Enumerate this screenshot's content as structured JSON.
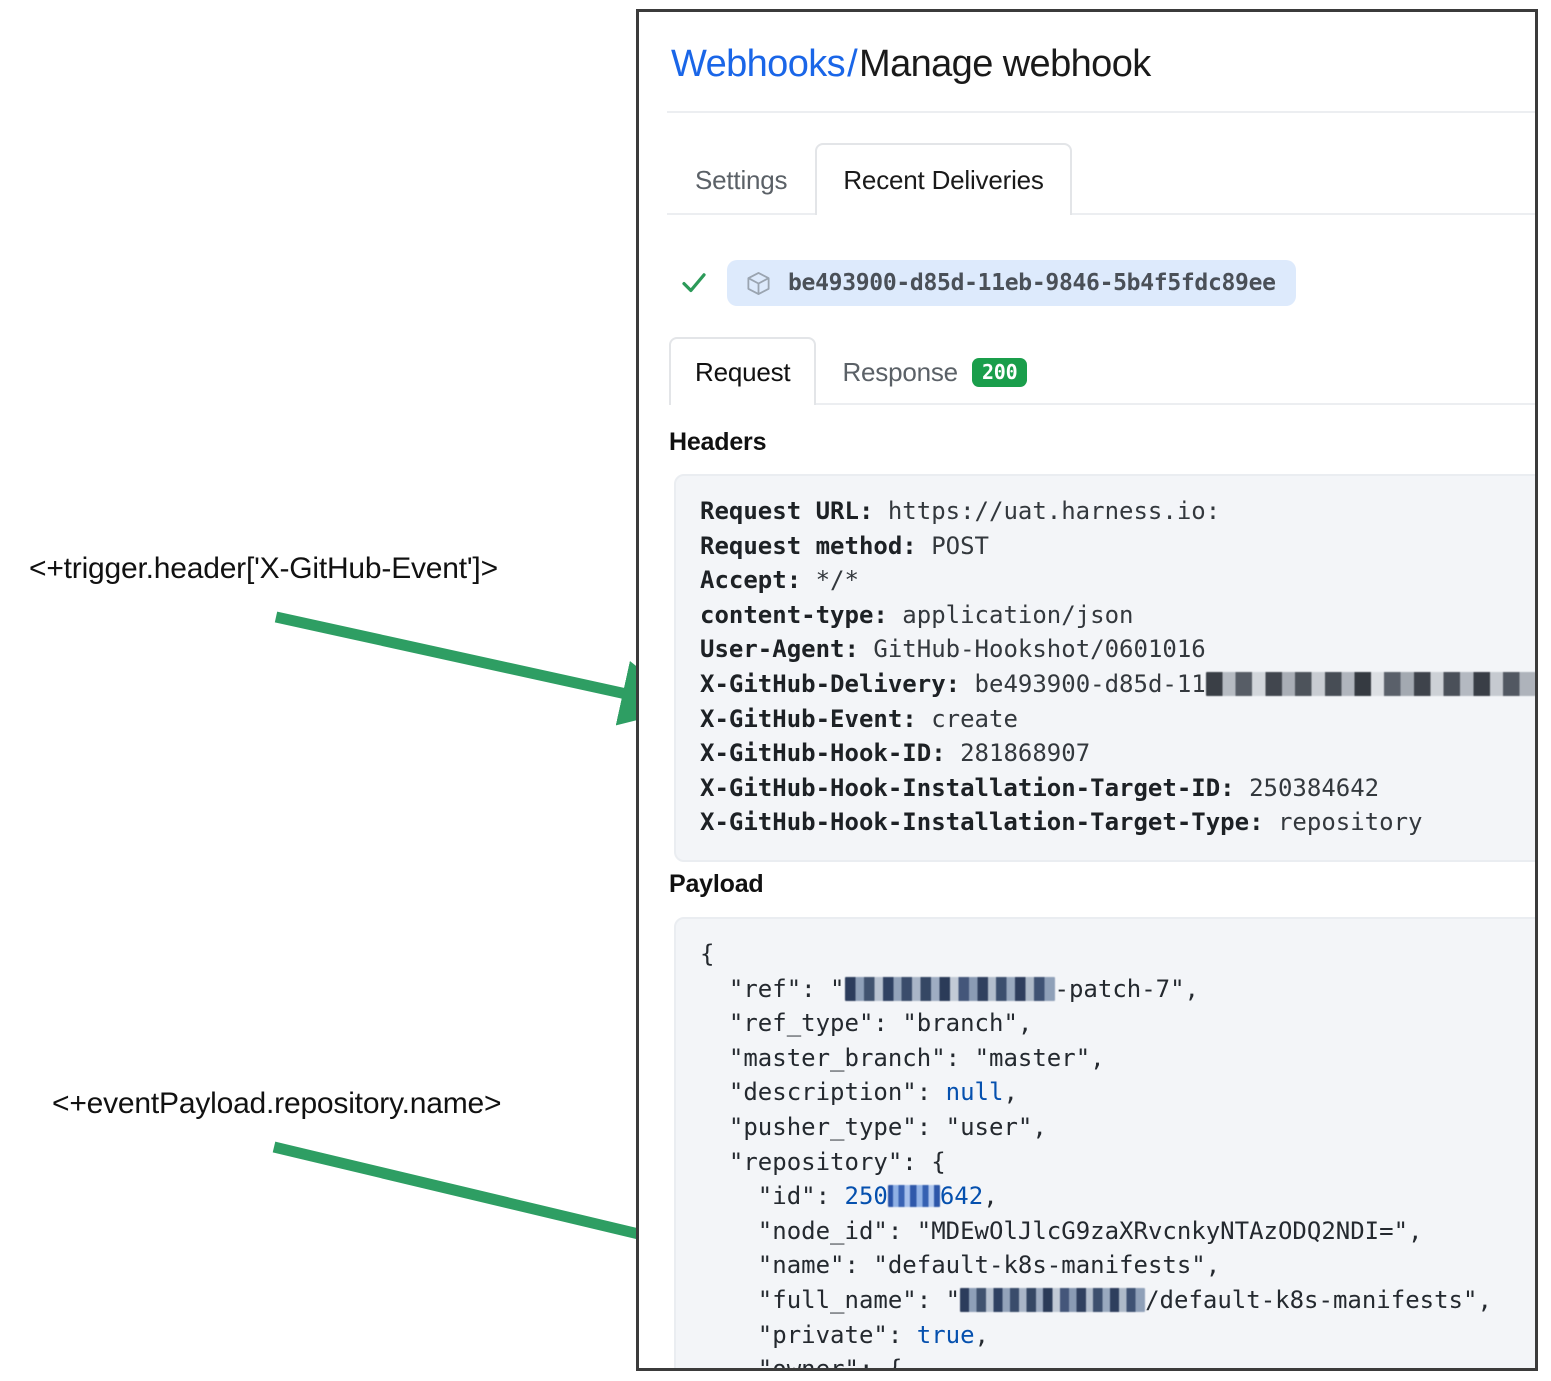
{
  "annotations": [
    {
      "id": "trigger-header",
      "text": "<+trigger.header['X-GitHub-Event']>"
    },
    {
      "id": "event-payload",
      "text": "<+eventPayload.repository.name>"
    }
  ],
  "arrow_color": "#2e9e63",
  "panel": {
    "breadcrumb": {
      "link": "Webhooks",
      "separator": "/",
      "current": "Manage webhook"
    },
    "outer_tabs": [
      {
        "label": "Settings",
        "active": false
      },
      {
        "label": "Recent Deliveries",
        "active": true
      }
    ],
    "delivery": {
      "status_icon": "check-icon",
      "package_icon": "package-cube-icon",
      "guid": "be493900-d85d-11eb-9846-5b4f5fdc89ee"
    },
    "inner_tabs": [
      {
        "label": "Request",
        "active": true,
        "badge": null
      },
      {
        "label": "Response",
        "active": false,
        "badge": "200"
      }
    ],
    "status_badge_color": "#1a9e4b",
    "headers": {
      "heading": "Headers",
      "rows": [
        {
          "key": "Request URL:",
          "value": "https://uat.harness.io:"
        },
        {
          "key": "Request method:",
          "value": "POST"
        },
        {
          "key": "Accept:",
          "value": "*/*"
        },
        {
          "key": "content-type:",
          "value": "application/json"
        },
        {
          "key": "User-Agent:",
          "value": "GitHub-Hookshot/0601016"
        },
        {
          "key": "X-GitHub-Delivery:",
          "value": "be493900-d85d-11",
          "redacted": true
        },
        {
          "key": "X-GitHub-Event:",
          "value": "create"
        },
        {
          "key": "X-GitHub-Hook-ID:",
          "value": "281868907"
        },
        {
          "key": "X-GitHub-Hook-Installation-Target-ID:",
          "value": "250384642"
        },
        {
          "key": "X-GitHub-Hook-Installation-Target-Type:",
          "value": "repository"
        }
      ]
    },
    "payload": {
      "heading": "Payload",
      "lines": [
        "{",
        "  \"ref\": \"[REDACTED]-patch-7\",",
        "  \"ref_type\": \"branch\",",
        "  \"master_branch\": \"master\",",
        "  \"description\": null,",
        "  \"pusher_type\": \"user\",",
        "  \"repository\": {",
        "    \"id\": 250[REDACTED]642,",
        "    \"node_id\": \"MDEwOlJlcG9zaXRvcnkyNTAzODQ2NDI=\",",
        "    \"name\": \"default-k8s-manifests\",",
        "    \"full_name\": \"[REDACTED]/default-k8s-manifests\",",
        "    \"private\": true,",
        "    \"owner\": {"
      ]
    }
  }
}
